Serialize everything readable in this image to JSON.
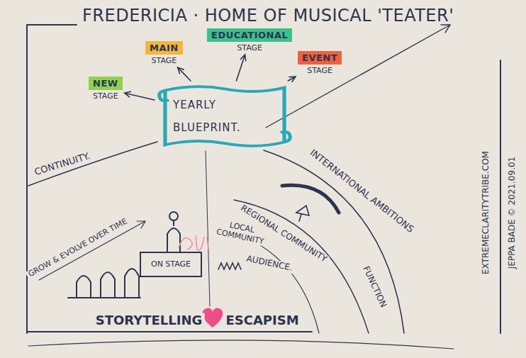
{
  "diagram": {
    "title": "FREDERICIA · HOME OF MUSICAL 'TEATER'",
    "nodes": [
      {
        "text": [
          "NEW",
          "STAGE"
        ]
      },
      {
        "text": [
          "MAIN",
          "STAGE"
        ]
      },
      {
        "text": [
          "EDUCATIONAL",
          "STAGE"
        ]
      },
      {
        "text": [
          "EVENT",
          "STAGE"
        ]
      },
      {
        "text": [
          "YEARLY BLUEPRINT."
        ]
      }
    ],
    "edges": [
      {
        "from": 4,
        "to": 0,
        "arrow": "to"
      },
      {
        "from": 4,
        "to": 1,
        "arrow": "to"
      },
      {
        "from": 4,
        "to": 2,
        "arrow": "to"
      },
      {
        "from": 4,
        "to": 3,
        "arrow": "to"
      }
    ],
    "labels": [
      "CONTINUITY.",
      "GROW & EVOLVE OVER TIME",
      "INTERNATIONAL AMBITIONS",
      "REGIONAL COMMUNITY",
      "LOCAL COMMUNITY",
      "FUNCTION",
      "AUDIENCE.",
      "ON STAGE",
      "STORYTELLING",
      "ESCAPISM",
      "EXTREMECLARITYTRIBE.COM",
      "JEPPA BADE © 2021.09.01"
    ]
  }
}
